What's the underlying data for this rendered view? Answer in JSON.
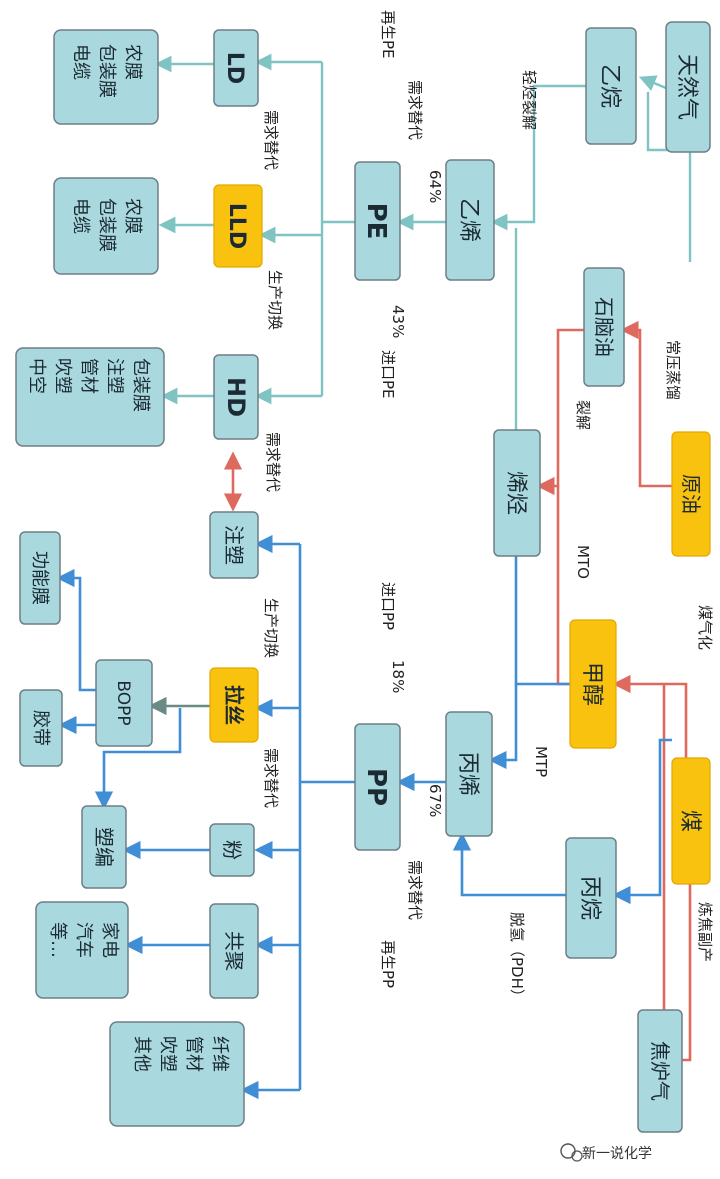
{
  "nodes": {
    "tianranqi": "天然气",
    "yiwan": "乙烷",
    "yixi": "乙烯",
    "pe": "PE",
    "ld": "LD",
    "lld": "LLD",
    "hd": "HD",
    "ld_apps": "农膜\n包装膜\n电缆",
    "lld_apps": "农膜\n包装膜\n电缆",
    "hd_apps": "包装膜\n注塑\n管材\n吹塑\n中空",
    "shinaoyou": "石脑油",
    "yuanyou": "原油",
    "xiting": "烯烃",
    "jiachun": "甲醇",
    "mei": "煤",
    "bingwan": "丙烷",
    "jiaoluqi": "焦炉气",
    "bingxi": "丙烯",
    "pp": "PP",
    "zhusu": "注塑",
    "lasi": "拉丝",
    "fen": "粉",
    "gongju": "共聚",
    "gongnengmo": "功能膜",
    "bopp": "BOPP",
    "jiaodai": "胶带",
    "subian": "塑编",
    "jiadian": "家电\n汽车\n等…",
    "xianwei": "纤维\n管材\n吹塑\n其他"
  },
  "labels": {
    "qingting_liejie": "轻烃裂解",
    "zaisheng_pe": "再生PE",
    "xuqiu_tidai_1": "需求替代",
    "xuqiu_tidai_2": "需求替代",
    "pct_64": "64%",
    "shengchan_qiehuan_1": "生产切换",
    "pct_43": "43%",
    "jinkou_pe": "进口PE",
    "changya_zhengliu": "常压蒸馏",
    "liejie": "裂解",
    "xuqiu_tidai_3": "需求替代",
    "mto": "MTO",
    "jinkou_pp": "进口PP",
    "pct_18": "18%",
    "shengchan_qiehuan_2": "生产切换",
    "meiqihua": "煤气化",
    "mtp": "MTP",
    "xuqiu_tidai_4": "需求替代",
    "pct_67": "67%",
    "xuqiu_tidai_5": "需求替代",
    "zaisheng_pp": "再生PP",
    "tuoqing_pdh": "脱氢（PDH）",
    "lianjiao_fuchan": "炼焦副产"
  },
  "watermark": "新一说化学",
  "colors": {
    "node": "#a9d9df",
    "highlight": "#f9c20f",
    "ethylene_line": "#7fc4c2",
    "propylene_line": "#3f8ed6",
    "crude_coal_line": "#de6a5f"
  }
}
